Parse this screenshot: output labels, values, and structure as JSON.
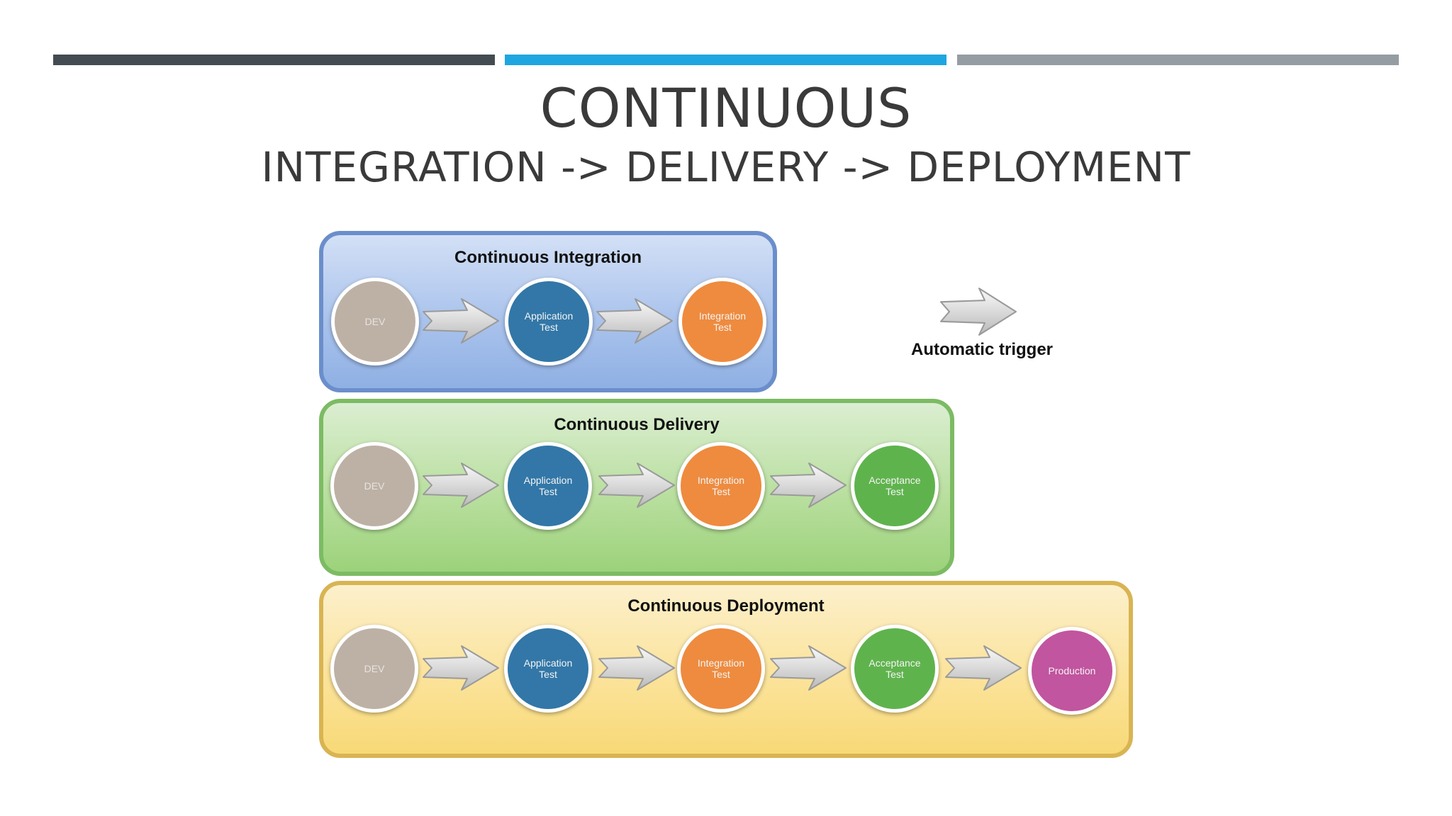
{
  "slide": {
    "title": "CONTINUOUS",
    "subtitle": "INTEGRATION -> DELIVERY -> DEPLOYMENT",
    "bars": [
      {
        "color": "#434c52"
      },
      {
        "color": "#1ea6e0"
      },
      {
        "color": "#959da3"
      }
    ]
  },
  "diagram": {
    "legend_label": "Automatic trigger",
    "stages": [
      {
        "title": "Continuous Integration",
        "color": "#aac3ec",
        "steps": [
          {
            "l1": "DEV",
            "l2": ""
          },
          {
            "l1": "Application",
            "l2": "Test"
          },
          {
            "l1": "Integration",
            "l2": "Test"
          }
        ]
      },
      {
        "title": "Continuous Delivery",
        "color": "#b9df9f",
        "steps": [
          {
            "l1": "DEV",
            "l2": ""
          },
          {
            "l1": "Application",
            "l2": "Test"
          },
          {
            "l1": "Integration",
            "l2": "Test"
          },
          {
            "l1": "Acceptance",
            "l2": "Test"
          }
        ]
      },
      {
        "title": "Continuous Deployment",
        "color": "#fbe39a",
        "steps": [
          {
            "l1": "DEV",
            "l2": ""
          },
          {
            "l1": "Application",
            "l2": "Test"
          },
          {
            "l1": "Integration",
            "l2": "Test"
          },
          {
            "l1": "Acceptance",
            "l2": "Test"
          },
          {
            "l1": "Production",
            "l2": ""
          }
        ]
      }
    ],
    "node_colors": {
      "dev": "#bdb1a6",
      "application": "#3277a7",
      "integration": "#ee8b3f",
      "acceptance": "#5fb34d",
      "production": "#c1559f"
    }
  }
}
